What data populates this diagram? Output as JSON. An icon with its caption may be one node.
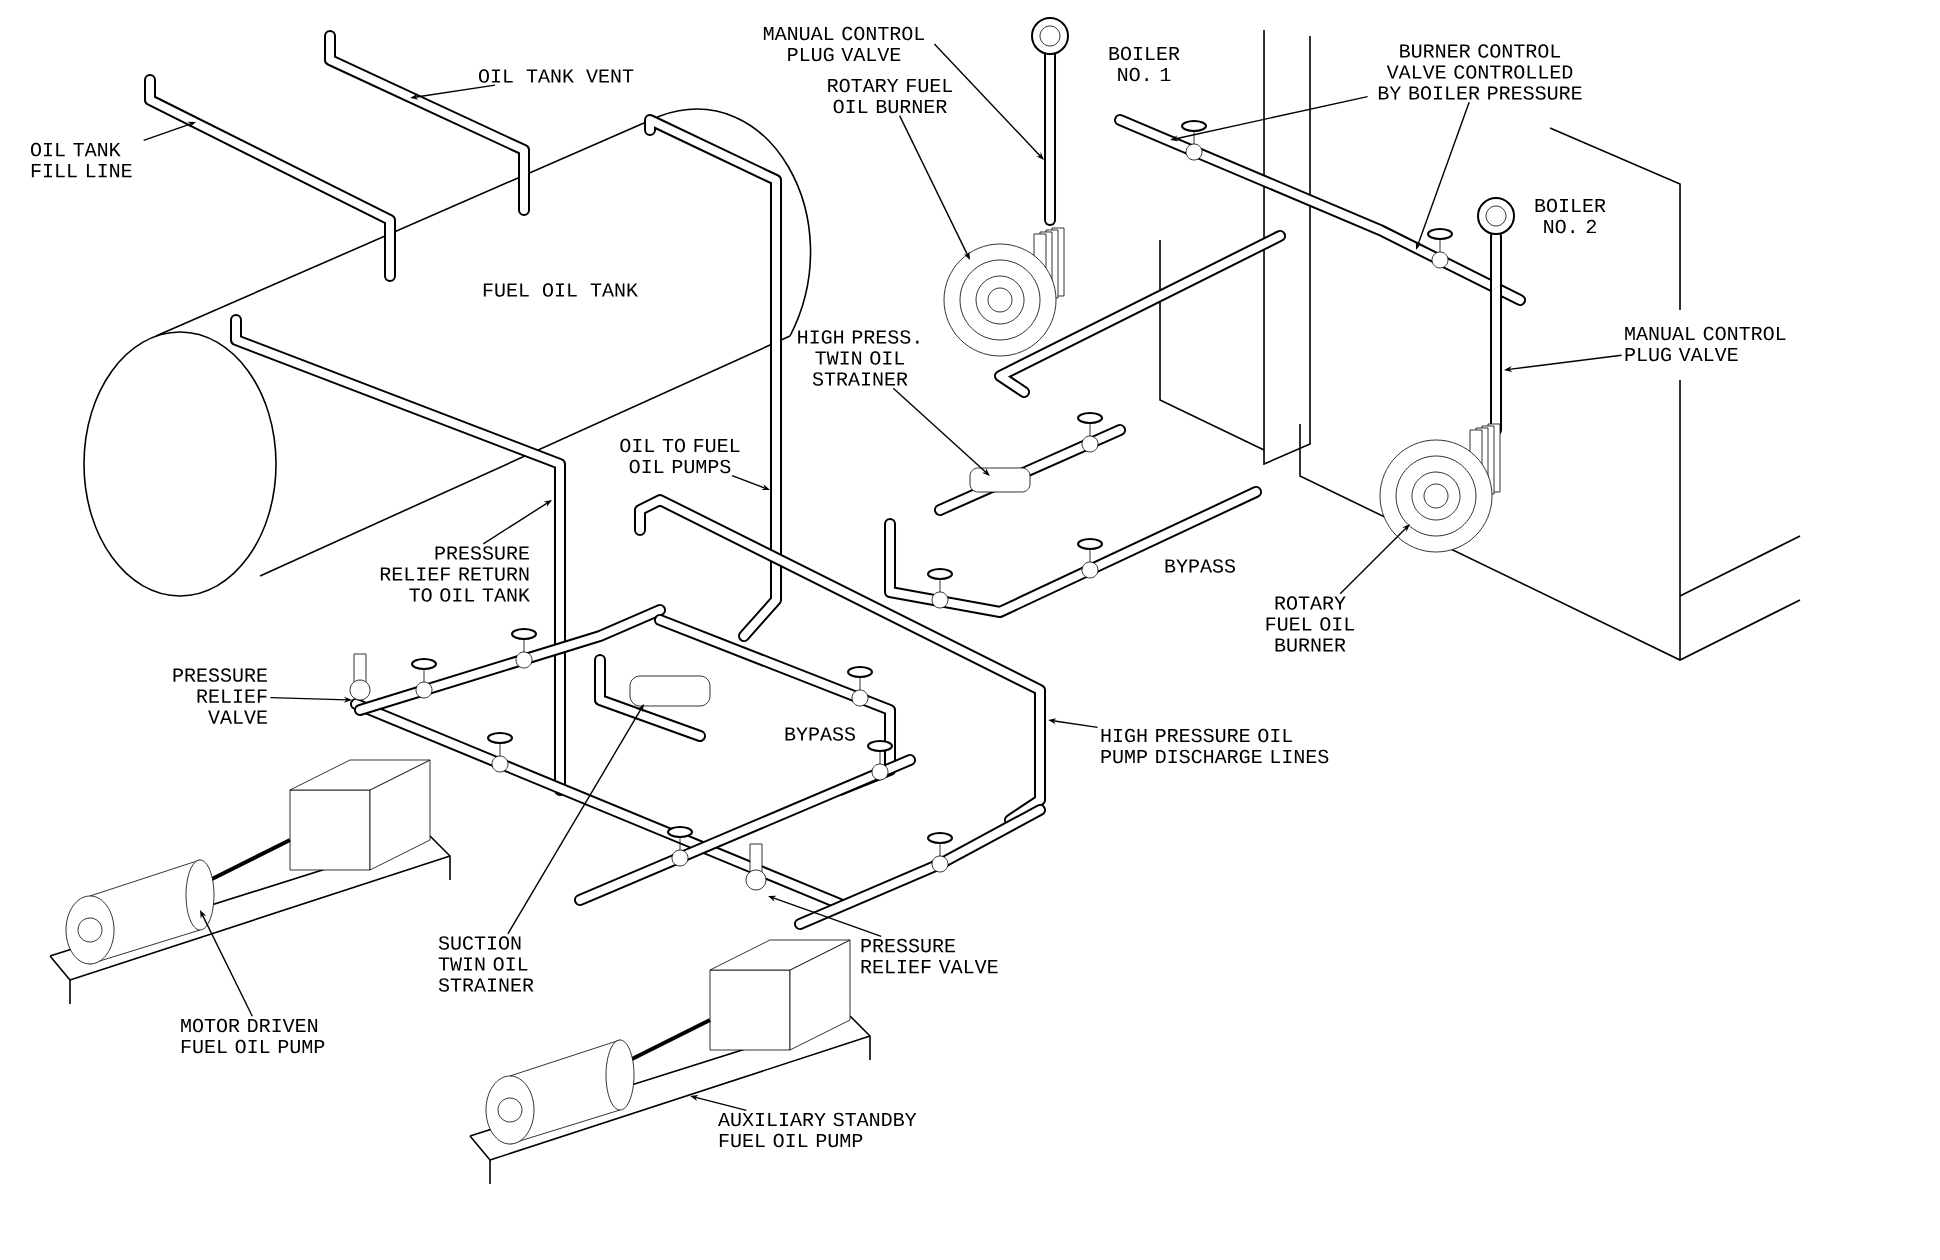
{
  "diagram": {
    "nodes": [
      {
        "text": [
          "OIL TANK FILL LINE"
        ]
      },
      {
        "text": [
          "OIL TANK VENT"
        ]
      },
      {
        "text": [
          "MANUAL CONTROL PLUG VALVE"
        ]
      },
      {
        "text": [
          "ROTARY FUEL OIL BURNER"
        ]
      },
      {
        "text": [
          "BURNER CONTROL VALVE CONTROLLED BY BOILER PRESSURE"
        ]
      },
      {
        "text": [
          "MANUAL CONTROL PLUG VALVE"
        ]
      },
      {
        "text": [
          "HIGH PRESS. TWIN OIL STRAINER"
        ]
      },
      {
        "text": [
          "OIL TO FUEL OIL PUMPS"
        ]
      },
      {
        "text": [
          "PRESSURE RELIEF RETURN TO OIL TANK"
        ]
      },
      {
        "text": [
          "ROTARY FUEL OIL BURNER"
        ]
      },
      {
        "text": [
          "PRESSURE RELIEF VALVE"
        ]
      },
      {
        "text": [
          "HIGH PRESSURE OIL PUMP DISCHARGE LINES"
        ]
      },
      {
        "text": [
          "SUCTION TWIN OIL STRAINER"
        ]
      },
      {
        "text": [
          "PRESSURE RELIEF VALVE"
        ]
      },
      {
        "text": [
          "MOTOR DRIVEN FUEL OIL PUMP"
        ]
      },
      {
        "text": [
          "AUXILIARY STANDBY FUEL OIL PUMP"
        ]
      }
    ],
    "edges": [
      {
        "from": 0,
        "to": null,
        "arrow": "to"
      },
      {
        "from": 1,
        "to": null,
        "arrow": "to"
      },
      {
        "from": 2,
        "to": null,
        "arrow": "to"
      },
      {
        "from": 3,
        "to": null,
        "arrow": "to"
      },
      {
        "from": 4,
        "to": null,
        "arrow": "to"
      },
      {
        "from": 4,
        "to": null,
        "arrow": "to"
      },
      {
        "from": 5,
        "to": null,
        "arrow": "to"
      },
      {
        "from": 6,
        "to": null,
        "arrow": "to"
      },
      {
        "from": 7,
        "to": null,
        "arrow": "to"
      },
      {
        "from": 8,
        "to": null,
        "arrow": "to"
      },
      {
        "from": 9,
        "to": null,
        "arrow": "to"
      },
      {
        "from": 10,
        "to": null,
        "arrow": "to"
      },
      {
        "from": 11,
        "to": null,
        "arrow": "to"
      },
      {
        "from": 12,
        "to": null,
        "arrow": "to"
      },
      {
        "from": 13,
        "to": null,
        "arrow": "to"
      },
      {
        "from": 14,
        "to": null,
        "arrow": "to"
      },
      {
        "from": 15,
        "to": null,
        "arrow": "to"
      }
    ],
    "labels": [
      "BOILER NO. 1",
      "BOILER NO. 2",
      "FUEL OIL TANK",
      "BYPASS",
      "BYPASS"
    ]
  }
}
